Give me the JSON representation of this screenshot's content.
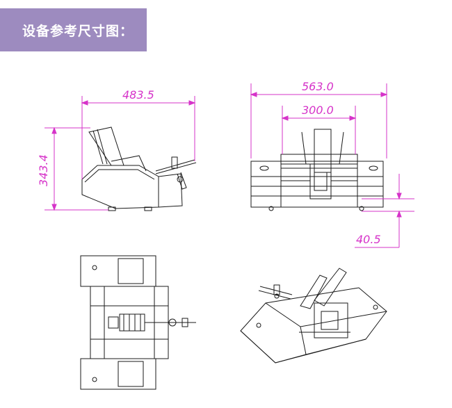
{
  "header": {
    "title": "设备参考尺寸图："
  },
  "colors": {
    "banner": "#9d8bbf",
    "dimension": "#d633c9",
    "outline": "#1a1a1a"
  },
  "dimensions": {
    "side_width": "483.5",
    "side_height": "343.4",
    "front_width": "563.0",
    "front_inner_width": "300.0",
    "front_foot": "40.5"
  },
  "views": [
    "side-view",
    "front-view",
    "top-view",
    "isometric-view"
  ]
}
